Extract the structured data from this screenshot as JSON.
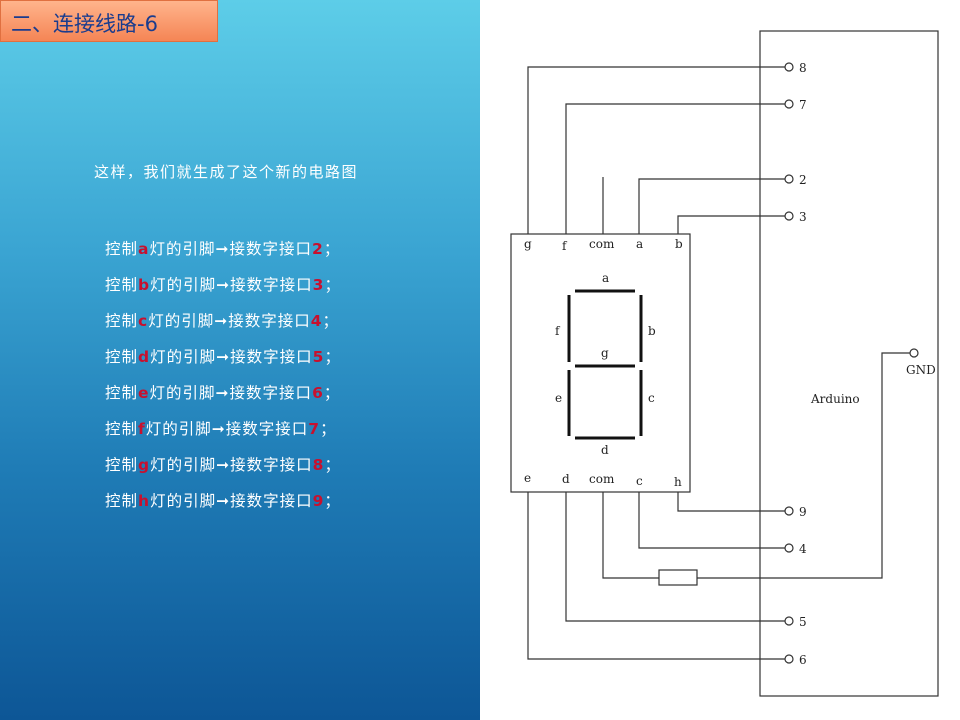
{
  "slide": {
    "title": "二、连接线路-6",
    "subtitle": "这样，我们就生成了这个新的电路图",
    "mappings": [
      {
        "pre": "控制",
        "seg": "a",
        "mid": "灯的引脚",
        "arrow": "➞",
        "post": "接数字接口",
        "port": "2",
        "end": "；"
      },
      {
        "pre": "控制",
        "seg": "b",
        "mid": "灯的引脚",
        "arrow": "➞",
        "post": "接数字接口",
        "port": "3",
        "end": "；"
      },
      {
        "pre": "控制",
        "seg": "c",
        "mid": "灯的引脚",
        "arrow": "➞",
        "post": "接数字接口",
        "port": "4",
        "end": "；"
      },
      {
        "pre": "控制",
        "seg": "d",
        "mid": "灯的引脚",
        "arrow": "➞",
        "post": "接数字接口",
        "port": "5",
        "end": "；"
      },
      {
        "pre": "控制",
        "seg": "e",
        "mid": "灯的引脚",
        "arrow": "➞",
        "post": "接数字接口",
        "port": "6",
        "end": "；"
      },
      {
        "pre": "控制",
        "seg": "f",
        "mid": "灯的引脚",
        "arrow": "➞",
        "post": "接数字接口",
        "port": "7",
        "end": "；"
      },
      {
        "pre": "控制",
        "seg": "g",
        "mid": "灯的引脚",
        "arrow": "➞",
        "post": "接数字接口",
        "port": "8",
        "end": "；"
      },
      {
        "pre": "控制",
        "seg": "h",
        "mid": "灯的引脚",
        "arrow": "➞",
        "post": "接数字接口",
        "port": "9",
        "end": "；"
      }
    ],
    "accent_color": "#c8102e"
  },
  "diagram": {
    "board_label": "Arduino",
    "gnd_label": "GND",
    "top_pins": [
      "g",
      "f",
      "com",
      "a",
      "b"
    ],
    "bottom_pins": [
      "e",
      "d",
      "com",
      "c",
      "h"
    ],
    "segment_labels": [
      "a",
      "b",
      "c",
      "d",
      "e",
      "f",
      "g"
    ],
    "port_labels": [
      "8",
      "7",
      "2",
      "3",
      "9",
      "4",
      "5",
      "6"
    ]
  }
}
